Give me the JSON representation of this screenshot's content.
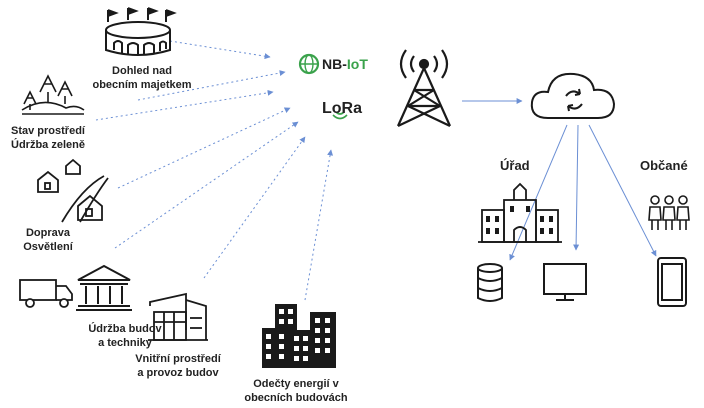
{
  "tech": {
    "nbiot_prefix": "NB-",
    "nbiot_suffix": "IoT",
    "lora": "LoRa"
  },
  "sources": [
    {
      "id": "stadium",
      "line1": "Dohled nad",
      "line2": "obecním majetkem"
    },
    {
      "id": "nature",
      "line1": "Stav prostředí",
      "line2": "Údržba zeleně"
    },
    {
      "id": "traffic",
      "line1": "Doprava",
      "line2": "Osvětlení"
    },
    {
      "id": "maintenance",
      "line1": "Údržba budov",
      "line2": "a techniky"
    },
    {
      "id": "indoor",
      "line1": "Vnitřní prostředí",
      "line2": "a provoz budov"
    },
    {
      "id": "energy",
      "line1": "Odečty energií v",
      "line2": "obecních budovách"
    }
  ],
  "destinations": {
    "office_title": "Úřad",
    "citizens_title": "Občané"
  },
  "colors": {
    "link": "#6b8fd4",
    "icon": "#1a1a1a",
    "nbiot_green": "#3aa24b"
  }
}
